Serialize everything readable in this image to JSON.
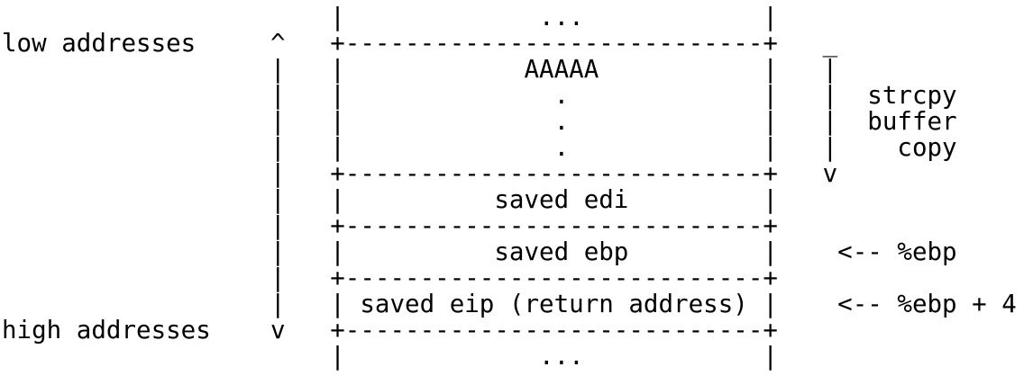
{
  "page": {
    "background_color": "#ffffff",
    "text_color": "#000000"
  },
  "diagram": {
    "kind": "ascii-stack-memory-diagram",
    "semantics": {
      "address_label_top": "low addresses",
      "address_label_bottom": "high addresses",
      "left_arrow_glyphs": {
        "top": "^",
        "bottom": "v"
      },
      "stack_cells": [
        [
          "..."
        ],
        [
          "AAAAA",
          ".",
          ".",
          "."
        ],
        [
          "saved edi"
        ],
        [
          "saved ebp"
        ],
        [
          "saved eip (return address)"
        ],
        [
          "..."
        ]
      ],
      "right_copy_arrow": {
        "top_glyph": "_",
        "bottom_glyph": "v",
        "labels": [
          "strcpy",
          "buffer",
          "copy"
        ]
      },
      "pointer_annotations": [
        {
          "target_cell": "saved ebp",
          "text": "<-- %ebp"
        },
        {
          "target_cell": "saved eip (return address)",
          "text": "<-- %ebp + 4"
        }
      ]
    },
    "lines": [
      "                      |             ...            |",
      "low addresses     ^   +----------------------------+   _",
      "                  |   |            AAAAA           |   |",
      "                  |   |              .             |   |  strcpy",
      "                  |   |              .             |   |  buffer",
      "                  |   |              .             |   |    copy",
      "                  |   +----------------------------+   v",
      "                  |   |          saved edi         |",
      "                  |   +----------------------------+",
      "                  |   |          saved ebp         |    <-- %ebp",
      "                  |   +----------------------------+",
      "                  |   | saved eip (return address) |    <-- %ebp + 4",
      "high addresses    v   +----------------------------+",
      "                      |             ...            |"
    ]
  }
}
